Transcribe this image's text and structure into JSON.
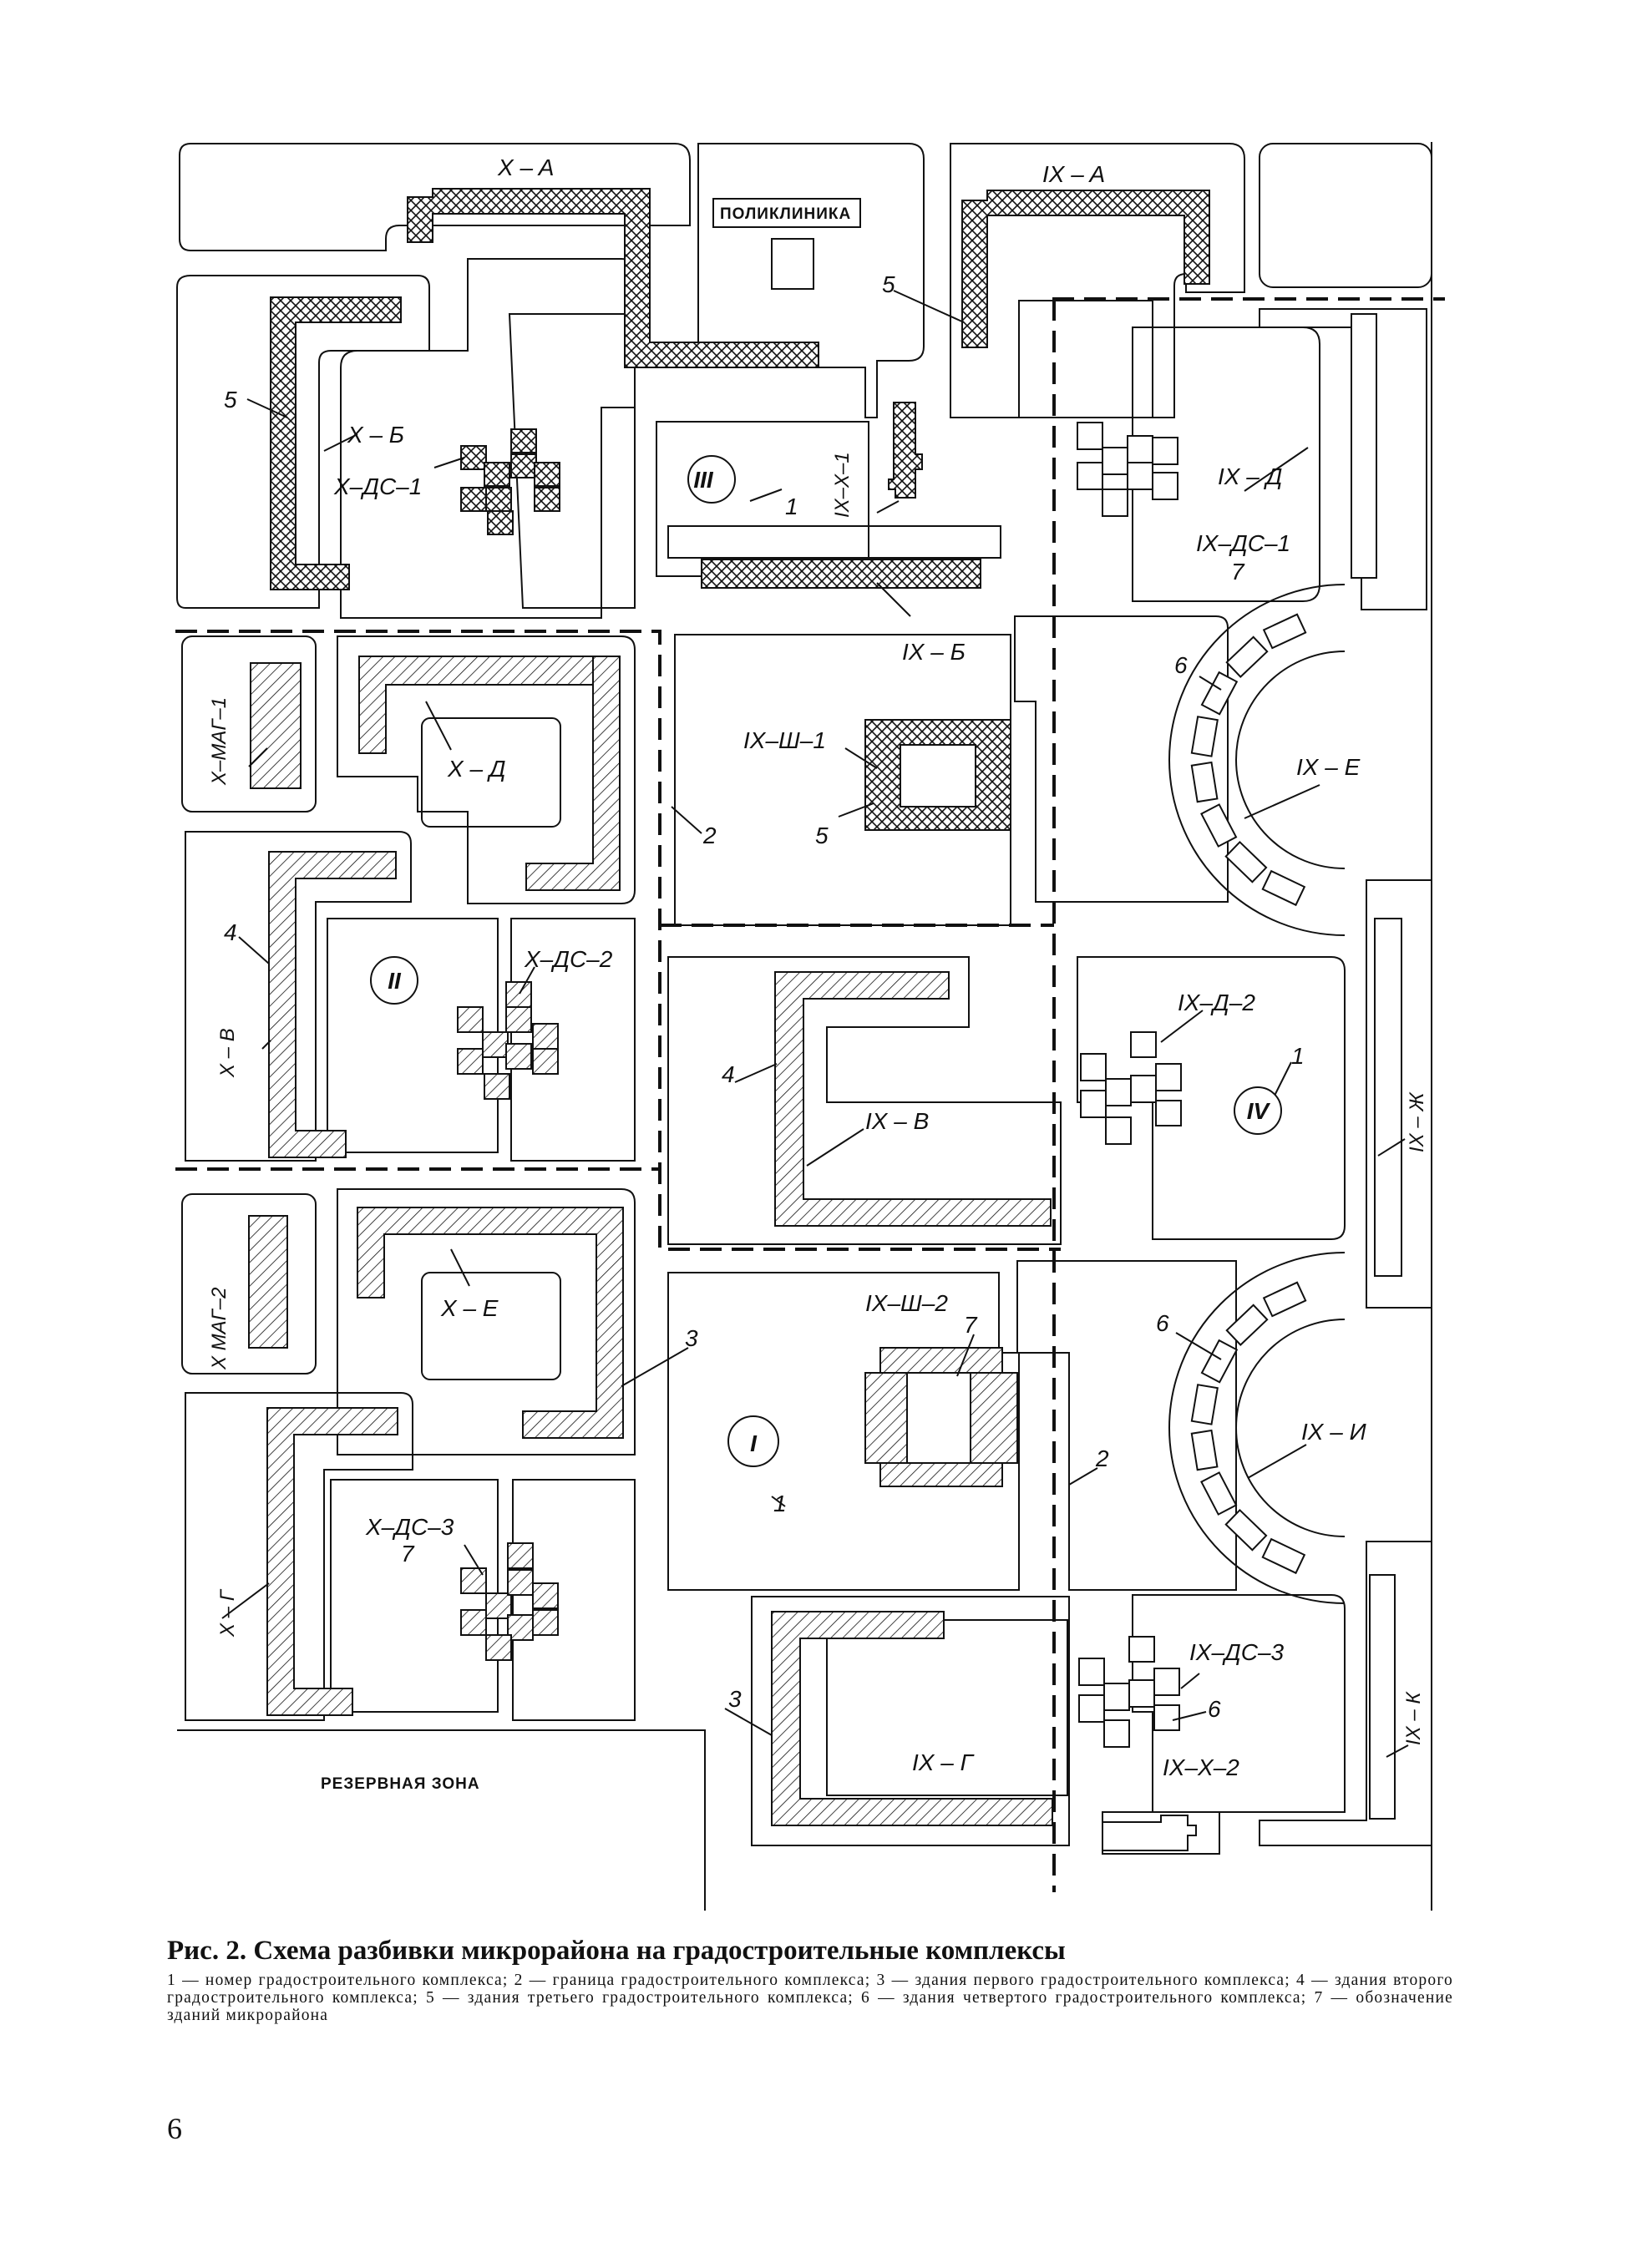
{
  "labels": {
    "x_a": "X – A",
    "ix_a": "IX – A",
    "poliklinika": "ПОЛИКЛИНИКА",
    "x_b": "X – Б",
    "x_ds_1": "X–ДС–1",
    "ix_x_1": "IX–X–1",
    "ix_d": "IX – Д",
    "ix_ds_1": "IX–ДС–1",
    "ix_b": "IX – Б",
    "x_mag_1": "X–МАГ–1",
    "x_d": "X – Д",
    "ix_sh_1": "IX–Ш–1",
    "ix_e": "IX – Е",
    "x_v": "X – В",
    "x_ds_2": "X–ДС–2",
    "ix_v": "IX – В",
    "ix_d_2": "IX–Д–2",
    "ix_zh": "IX – Ж",
    "x_mag_2": "X МАГ–2",
    "x_e": "X – Е",
    "ix_sh_2": "IX–Ш–2",
    "ix_i": "IX – И",
    "x_ds_3": "X–ДС–3",
    "x_g": "X – Г",
    "ix_ds_3": "IX–ДС–3",
    "ix_k": "IX – К",
    "ix_x_2": "IX–X–2",
    "ix_g": "IX – Г",
    "reserve_zone": "РЕЗЕРВНАЯ ЗОНА"
  },
  "callouts": {
    "n1": "1",
    "n2": "2",
    "n3": "3",
    "n4": "4",
    "n5": "5",
    "n6": "6",
    "n7": "7"
  },
  "complex_numbers": {
    "c1": "I",
    "c2": "II",
    "c3": "III",
    "c4": "IV"
  },
  "caption": {
    "title": "Рис. 2. Схема разбивки микрорайона на градостроительные комплексы",
    "legend": "1 — номер градостроительного комплекса; 2 — граница градостроительного комплекса; 3 — здания первого градостроительного комплекса; 4 — здания второго градостроительного комплекса; 5 — здания третьего градостроительного комплекса; 6 — здания четвертого градостроительного комплекса; 7 — обозначение зданий микрорайона"
  },
  "page_number": "6"
}
